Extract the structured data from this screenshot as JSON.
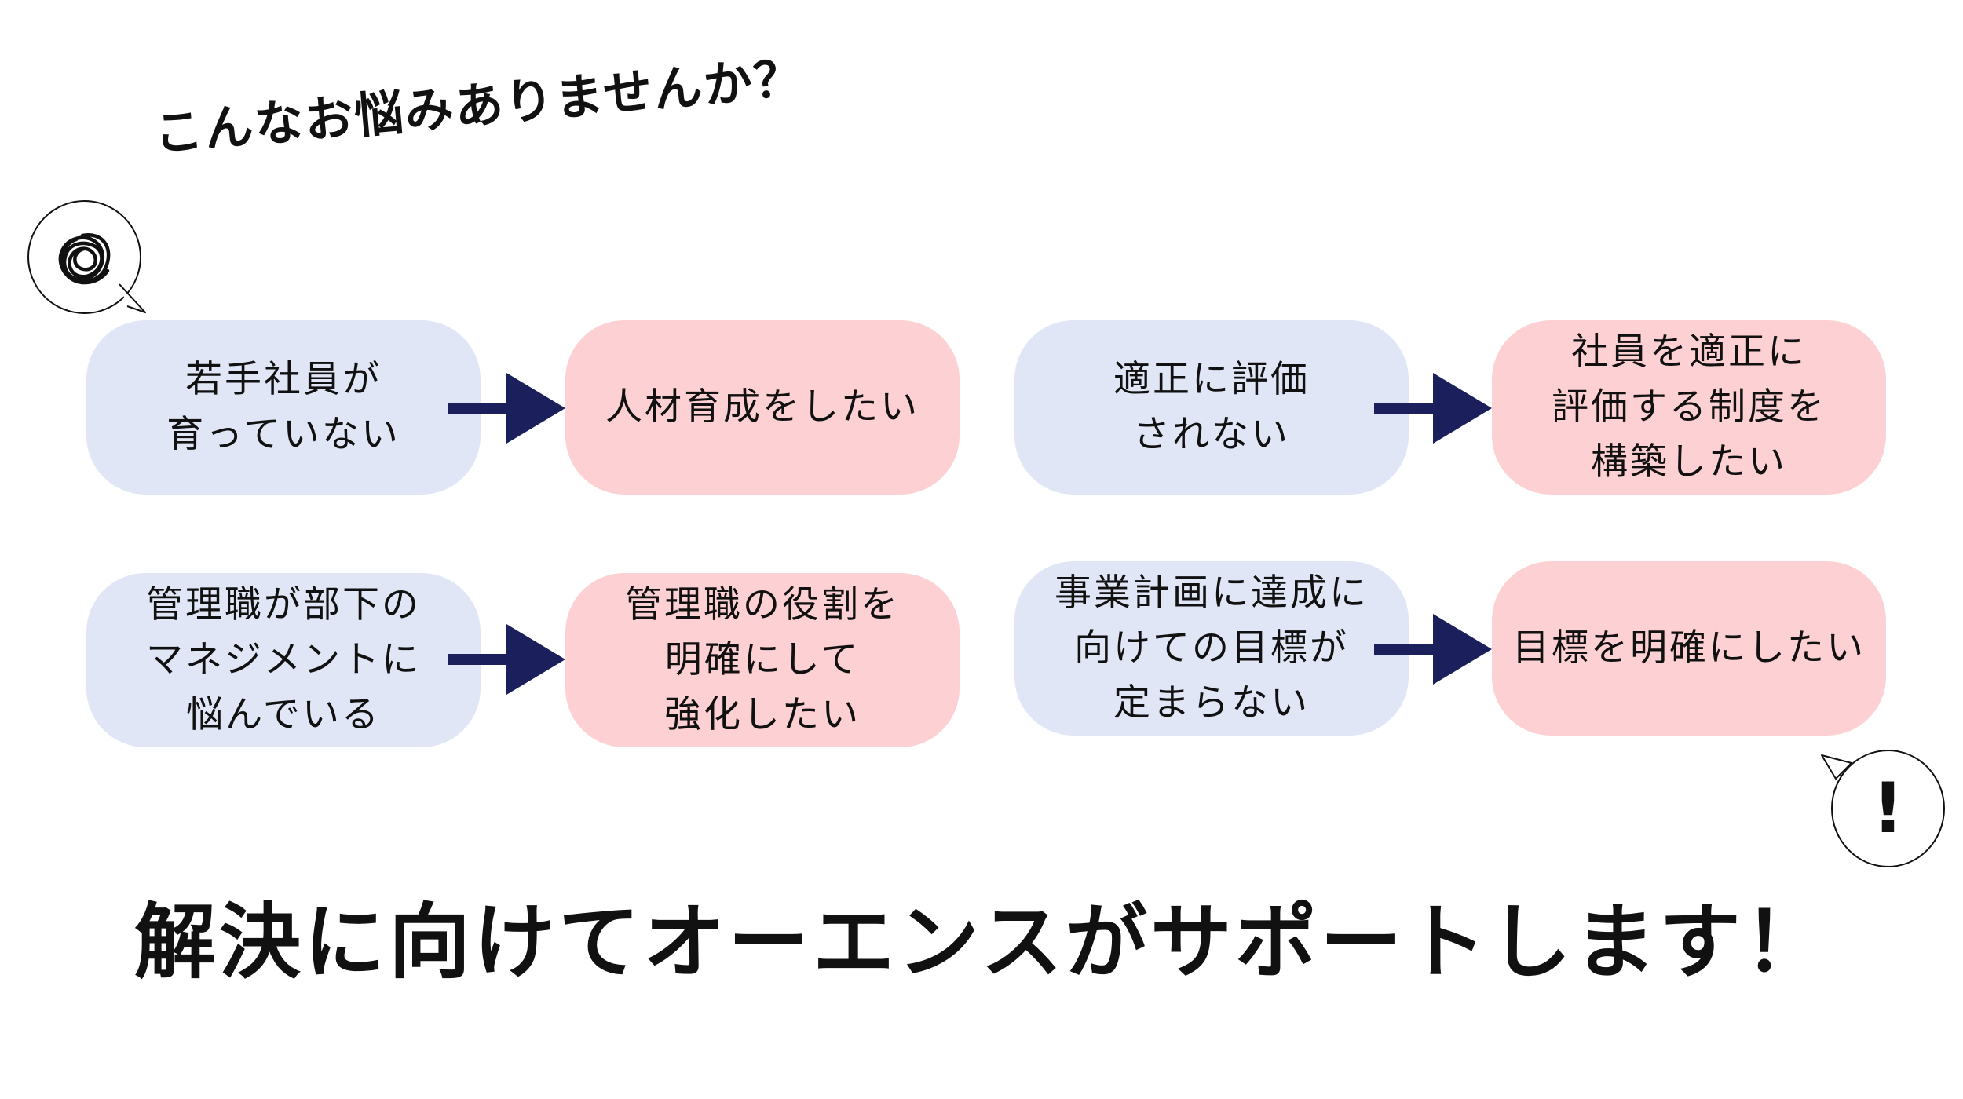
{
  "heading": "こんなお悩みありませんか？",
  "icons": {
    "worry_bubble": "tangled-scribble-icon",
    "exclaim_bubble": "exclamation-icon",
    "arrow": "arrow-right-icon"
  },
  "exclaim_mark": "!",
  "colors": {
    "problem_box": "#e1e6f6",
    "goal_box": "#fdd0d3",
    "arrow": "#1b1f5c",
    "text": "#111111"
  },
  "rows": [
    {
      "problem": "若手社員が\n育っていない",
      "goal": "人材育成をしたい"
    },
    {
      "problem": "適正に評価\nされない",
      "goal": "社員を適正に\n評価する制度を\n構築したい"
    },
    {
      "problem": "管理職が部下の\nマネジメントに\n悩んでいる",
      "goal": "管理職の役割を\n明確にして\n強化したい"
    },
    {
      "problem": "事業計画に達成に\n向けての目標が\n定まらない",
      "goal": "目標を明確にしたい"
    }
  ],
  "conclusion": "解決に向けてオーエンスがサポートします！"
}
